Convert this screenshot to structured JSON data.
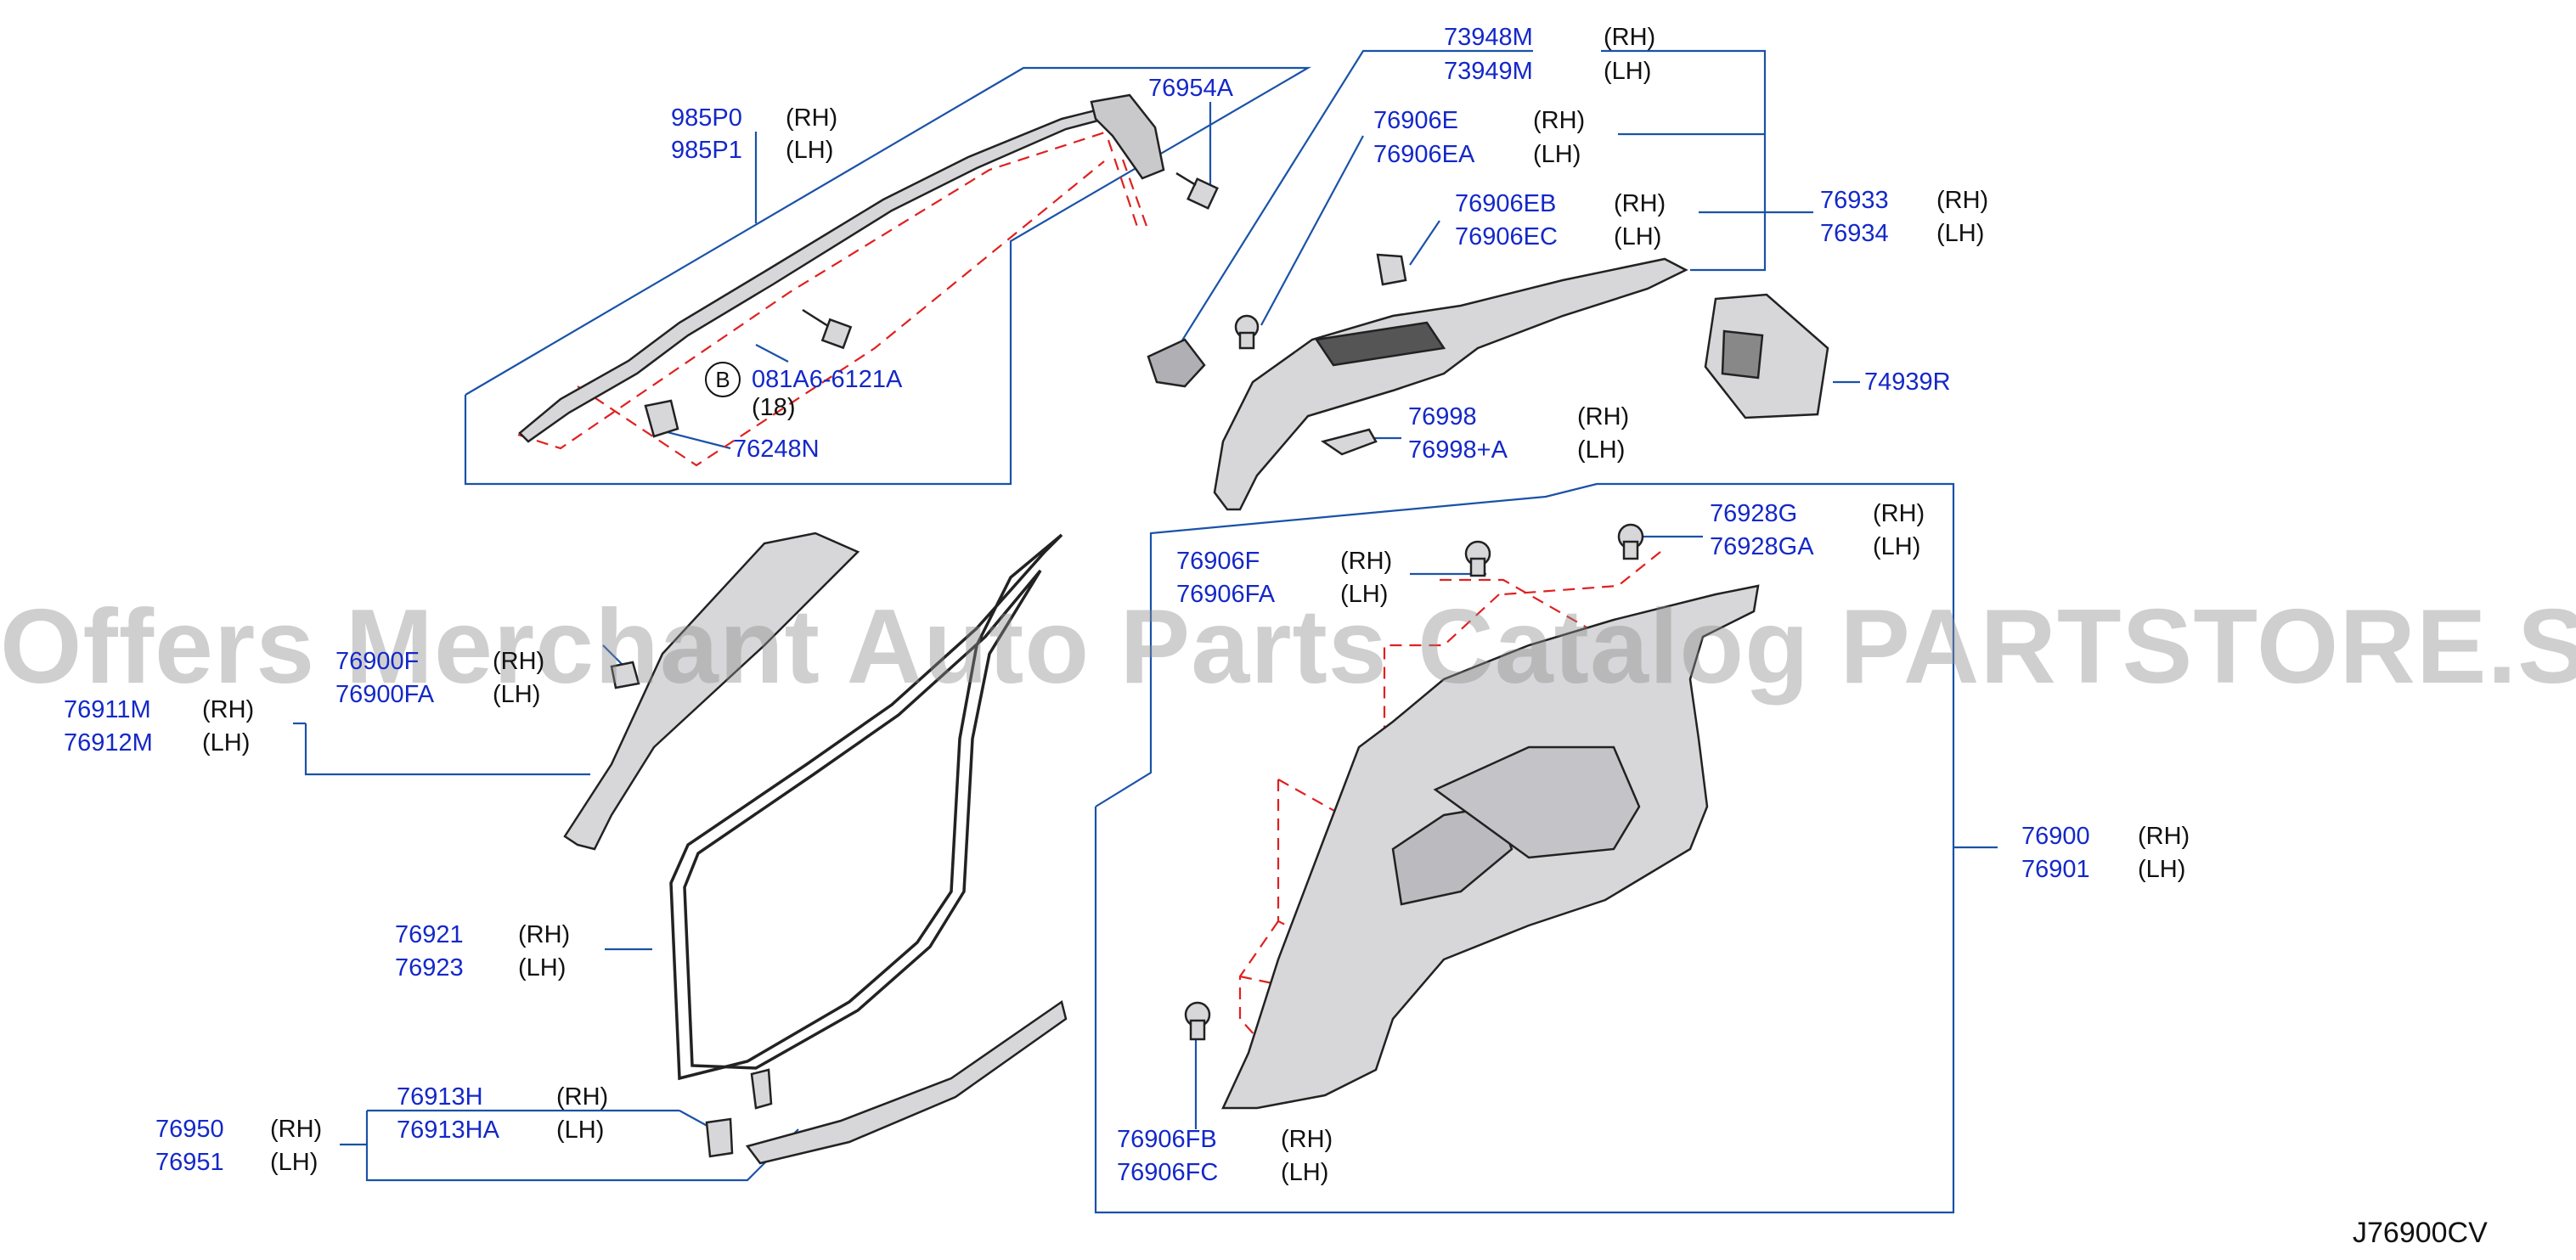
{
  "callouts": {
    "airbag_upper": {
      "pn": "985P0",
      "side": "(RH)"
    },
    "airbag_lower": {
      "pn": "985P1",
      "side": "(LH)"
    },
    "bolt_top": {
      "pn": "76954A"
    },
    "bolt_b": {
      "pn": "081A6-6121A",
      "qty": "(18)",
      "marker": "B"
    },
    "clip_76248": {
      "pn": "76248N"
    },
    "grille_upper": {
      "pn": "73948M",
      "side": "(RH)"
    },
    "grille_lower": {
      "pn": "73949M",
      "side": "(LH)"
    },
    "clip_e_upper": {
      "pn": "76906E",
      "side": "(RH)"
    },
    "clip_e_lower": {
      "pn": "76906EA",
      "side": "(LH)"
    },
    "clip_eb_upper": {
      "pn": "76906EB",
      "side": "(RH)"
    },
    "clip_eb_lower": {
      "pn": "76906EC",
      "side": "(LH)"
    },
    "trim_upper": {
      "pn": "76933",
      "side": "(RH)"
    },
    "trim_lower": {
      "pn": "76934",
      "side": "(LH)"
    },
    "cover_74939": {
      "pn": "74939R"
    },
    "clip_998_upper": {
      "pn": "76998",
      "side": "(RH)"
    },
    "clip_998_lower": {
      "pn": "76998+A",
      "side": "(LH)"
    },
    "clip_g_upper": {
      "pn": "76928G",
      "side": "(RH)"
    },
    "clip_g_lower": {
      "pn": "76928GA",
      "side": "(LH)"
    },
    "clip_f_upper": {
      "pn": "76906F",
      "side": "(RH)"
    },
    "clip_f_lower": {
      "pn": "76906FA",
      "side": "(LH)"
    },
    "clip_900f_upper": {
      "pn": "76900F",
      "side": "(RH)"
    },
    "clip_900f_lower": {
      "pn": "76900FA",
      "side": "(LH)"
    },
    "pillar_upper": {
      "pn": "76911M",
      "side": "(RH)"
    },
    "pillar_lower": {
      "pn": "76912M",
      "side": "(LH)"
    },
    "weather_upper": {
      "pn": "76921",
      "side": "(RH)"
    },
    "weather_lower": {
      "pn": "76923",
      "side": "(LH)"
    },
    "clip_h_upper": {
      "pn": "76913H",
      "side": "(RH)"
    },
    "clip_h_lower": {
      "pn": "76913HA",
      "side": "(LH)"
    },
    "sill_upper": {
      "pn": "76950",
      "side": "(RH)"
    },
    "sill_lower": {
      "pn": "76951",
      "side": "(LH)"
    },
    "clip_fb_upper": {
      "pn": "76906FB",
      "side": "(RH)"
    },
    "clip_fb_lower": {
      "pn": "76906FC",
      "side": "(LH)"
    },
    "panel_upper": {
      "pn": "76900",
      "side": "(RH)"
    },
    "panel_lower": {
      "pn": "76901",
      "side": "(LH)"
    }
  },
  "diagram_code": "J76900CV",
  "watermark": "Offers Merchant Auto Parts Catalog PARTSTORE.SA",
  "colors": {
    "part_number": "#1428c8",
    "leader": "#1a52a8",
    "dash": "#e02020",
    "part_fill": "#d7d7da",
    "outline": "#222222"
  }
}
